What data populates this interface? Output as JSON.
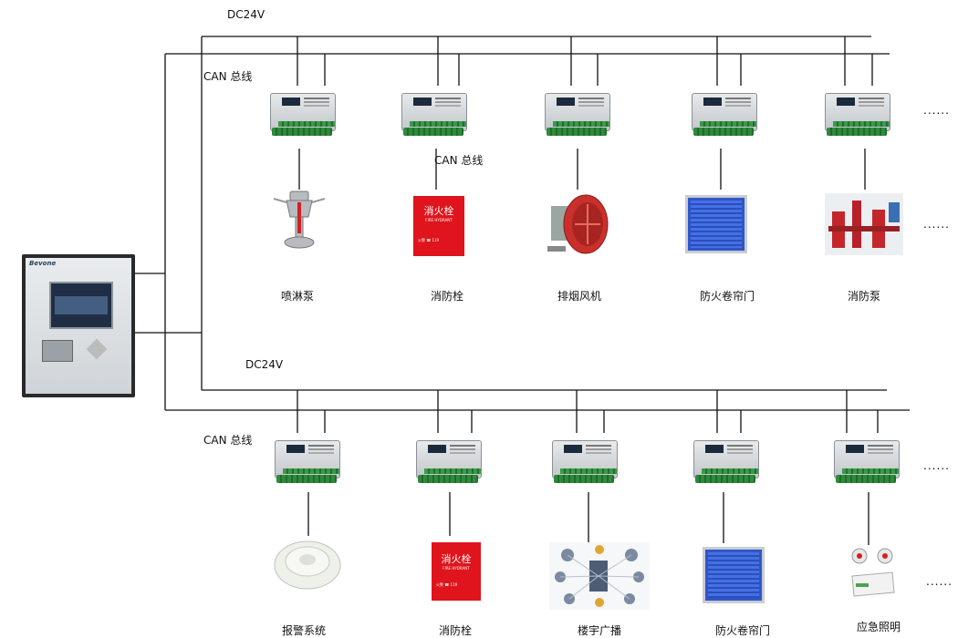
{
  "labels": {
    "dc24v_top": "DC24V",
    "can_top": "CAN 总线",
    "can_mid": "CAN 总线",
    "dc24v_bottom": "DC24V",
    "can_bottom": "CAN 总线"
  },
  "controller": {
    "brand": "Bevone"
  },
  "top_row": [
    {
      "name": "喷淋泵",
      "icon": "sprinkler-icon"
    },
    {
      "name": "消防栓",
      "icon": "fire-hydrant-box-icon"
    },
    {
      "name": "排烟风机",
      "icon": "smoke-exhaust-fan-icon"
    },
    {
      "name": "防火卷帘门",
      "icon": "fire-shutter-door-icon"
    },
    {
      "name": "消防泵",
      "icon": "fire-pump-icon"
    }
  ],
  "bottom_row": [
    {
      "name": "报警系统",
      "icon": "smoke-detector-icon"
    },
    {
      "name": "消防栓",
      "icon": "fire-hydrant-box-icon"
    },
    {
      "name": "楼宇广播",
      "icon": "building-broadcast-icon"
    },
    {
      "name": "防火卷帘门",
      "icon": "fire-shutter-door-icon"
    },
    {
      "name": "应急照明",
      "icon": "emergency-light-icon"
    }
  ],
  "hydrant_text": {
    "title": "消火栓",
    "sub": "FIRE HYDRANT",
    "call": "火警 ☎ 119"
  },
  "ellipsis": "......",
  "colors": {
    "wire": "#111111",
    "hydrant": "#e0141c",
    "shutter": "#2f56c9",
    "module_green": "#2f8a3c"
  }
}
